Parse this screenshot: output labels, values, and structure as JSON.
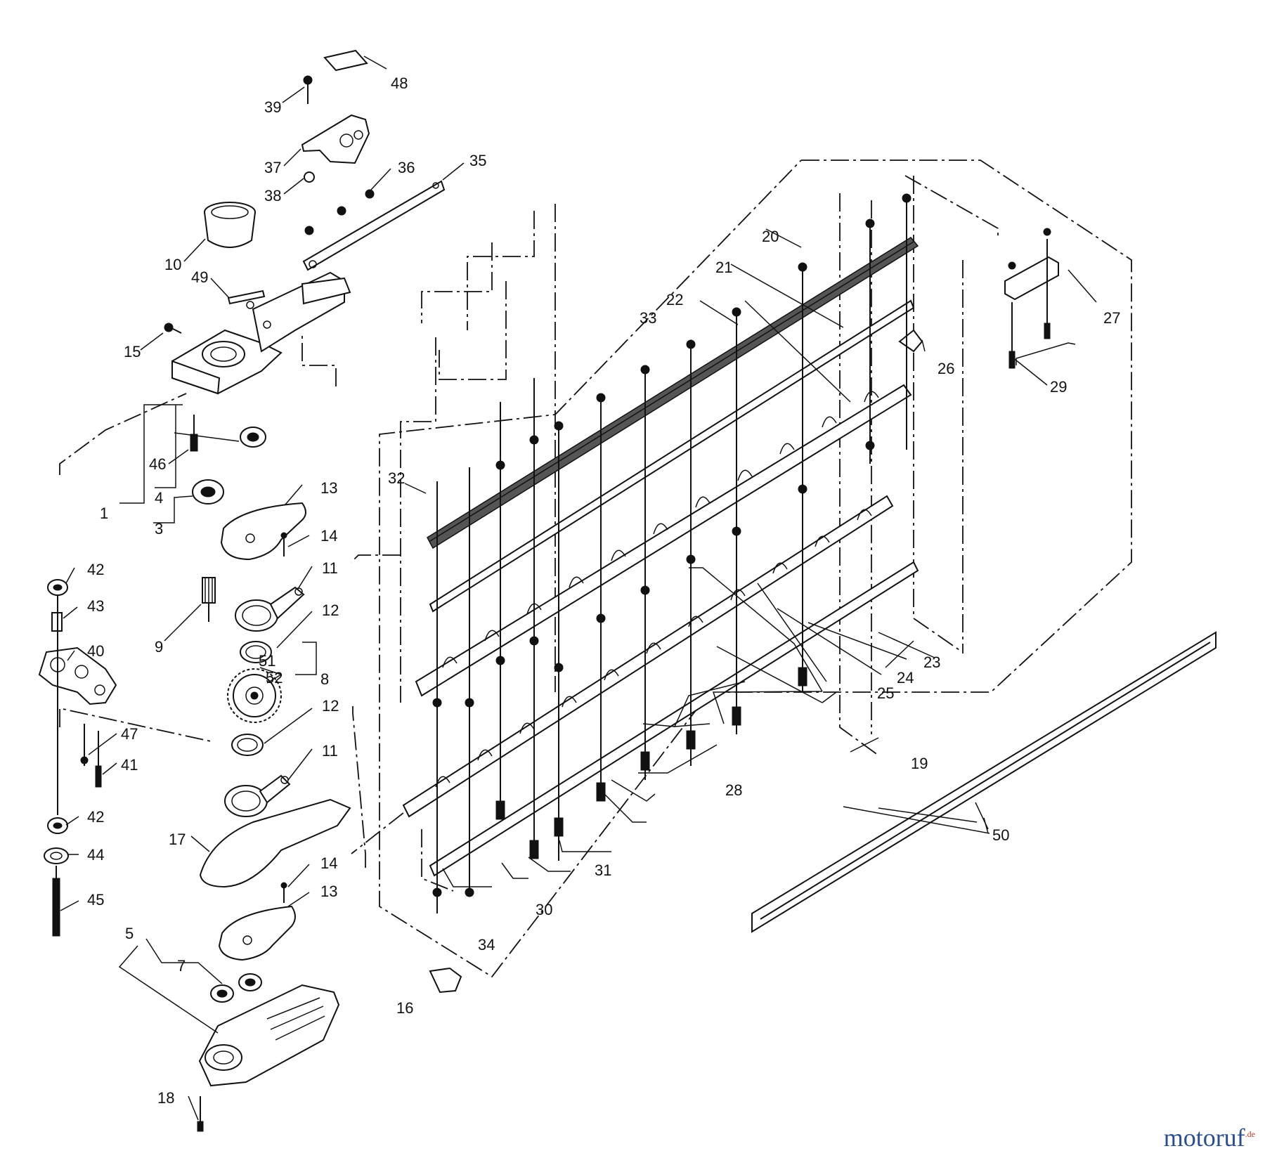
{
  "diagram": {
    "labels": [
      "1",
      "3",
      "4",
      "5",
      "7",
      "8",
      "9",
      "10",
      "11",
      "11",
      "12",
      "12",
      "13",
      "13",
      "14",
      "14",
      "15",
      "16",
      "17",
      "18",
      "19",
      "20",
      "21",
      "22",
      "23",
      "24",
      "25",
      "26",
      "27",
      "28",
      "29",
      "30",
      "31",
      "32",
      "33",
      "34",
      "35",
      "36",
      "37",
      "38",
      "39",
      "40",
      "41",
      "42",
      "42",
      "43",
      "44",
      "45",
      "46",
      "47",
      "48",
      "49",
      "50",
      "51",
      "52"
    ]
  },
  "watermark": {
    "text": "motoruf",
    "suffix": ".de",
    "color": "#2a4f8c",
    "suffix_color": "#c0392b"
  }
}
